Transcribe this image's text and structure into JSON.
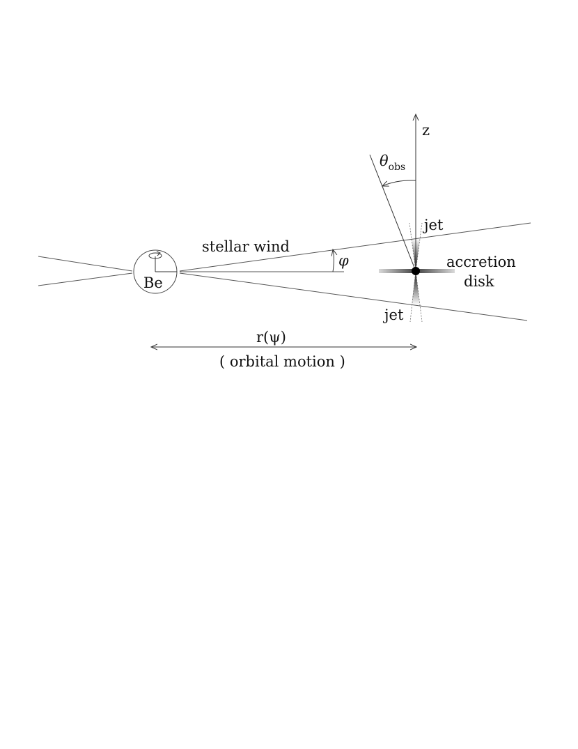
{
  "labels": {
    "star": "Be",
    "wind": "stellar wind",
    "wind_angle": "φ",
    "z_axis": "z",
    "theta_symbol": "θ",
    "theta_subscript": "obs",
    "jet_top": "jet",
    "jet_bottom": "jet",
    "disk_line1": "accretion",
    "disk_line2": "disk",
    "separation": "r(ψ)",
    "orbital_motion": "( orbital motion )"
  },
  "colors": {
    "line": "#555555",
    "ink": "#111111",
    "compact_object": "#000000"
  }
}
